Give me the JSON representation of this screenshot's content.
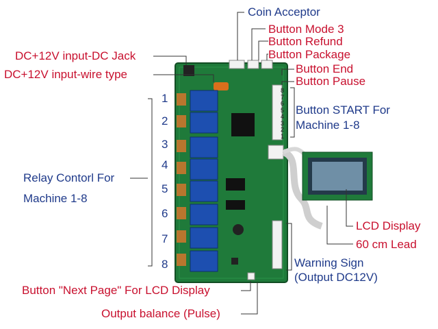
{
  "labels": {
    "coin_acceptor": "Coin Acceptor",
    "button_mode_3": "Button Mode 3",
    "button_refund": "Button Refund",
    "button_package": "Button Package",
    "dc_jack": "DC+12V input-DC Jack",
    "dc_wire": "DC+12V input-wire type",
    "button_end": "Button End",
    "button_pause": "Button Pause",
    "button_start_line1": "Button START For",
    "button_start_line2": "Machine 1-8",
    "relay_line1": "Relay Contorl For",
    "relay_line2": "Machine 1-8",
    "lcd_display": "LCD Display",
    "lead": "60 cm Lead",
    "warning_line1": "Warning Sign",
    "warning_line2": "(Output DC12V)",
    "next_page": "Button \"Next Page\" For LCD Display",
    "output_balance": "Output balance (Pulse)"
  },
  "relay_numbers": [
    "1",
    "2",
    "3",
    "4",
    "5",
    "6",
    "7",
    "8"
  ],
  "connector_pins": [
    "8",
    "7",
    "6",
    "5",
    "4",
    "3",
    "2",
    "1"
  ],
  "colors": {
    "red_label": "#c8102e",
    "blue_label": "#1f3a8a",
    "pcb_green": "#1f7a3a",
    "relay_blue": "#1d4fb0"
  }
}
